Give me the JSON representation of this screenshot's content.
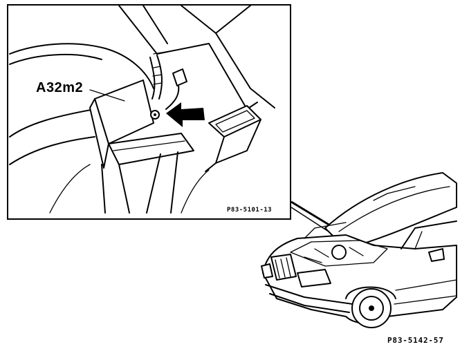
{
  "figure": {
    "callout_label": "A32m2",
    "inset_reference": "P83-5101-13",
    "main_reference": "P83-5142-57"
  }
}
